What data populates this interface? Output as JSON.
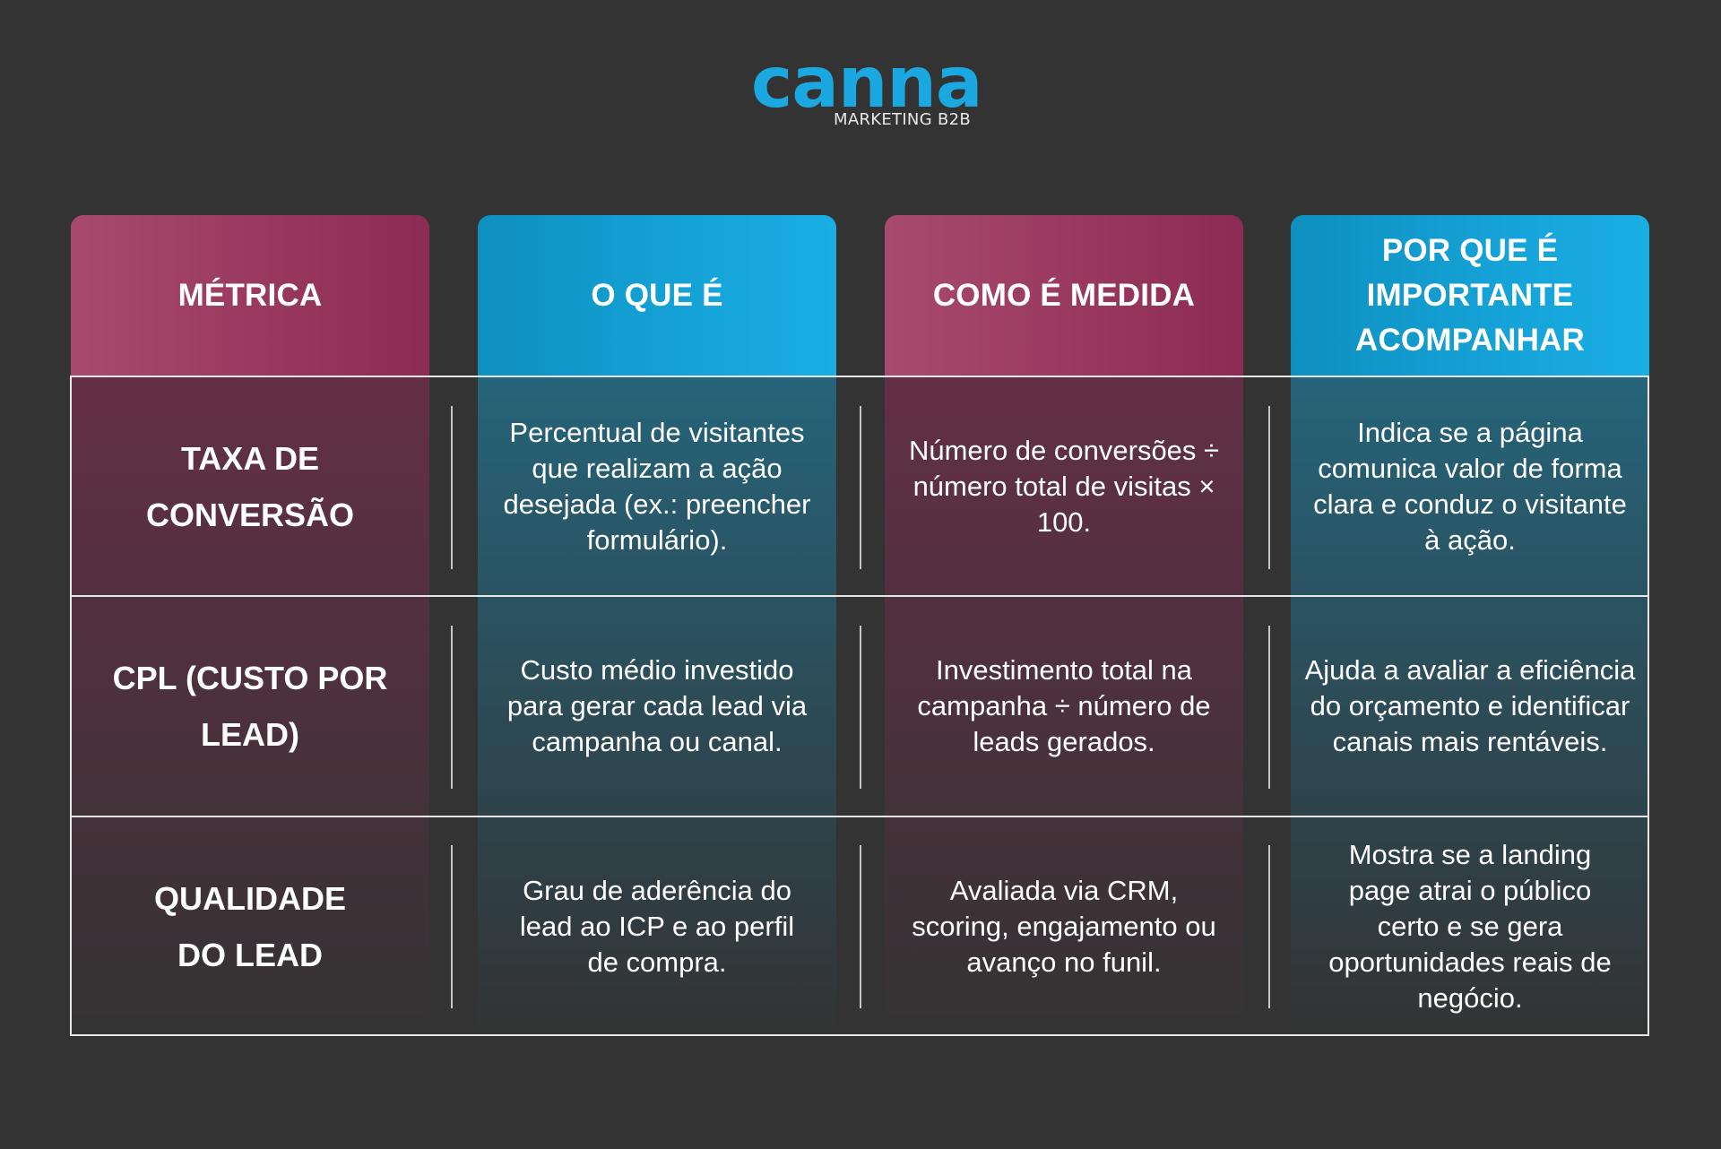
{
  "logo": {
    "word": "canna",
    "tagline": "MARKETING B2B",
    "color": "#1ba8e0"
  },
  "colors": {
    "background": "#333333",
    "pink": "#9a3a60",
    "blue": "#15a3d8",
    "border": "#e6e6e6"
  },
  "table": {
    "headers": [
      "MÉTRICA",
      "O QUE É",
      "COMO É MEDIDA",
      "POR QUE É IMPORTANTE ACOMPANHAR"
    ],
    "rows": [
      {
        "metric": "TAXA DE CONVERSÃO",
        "what": "Percentual de visitantes que realizam a ação desejada (ex.: preencher formulário).",
        "how": "Número de conversões ÷ número total de visitas × 100.",
        "why": "Indica se a página comunica valor de forma clara e conduz o visitante à ação."
      },
      {
        "metric": "CPL (CUSTO POR LEAD)",
        "what": "Custo médio investido para gerar cada lead via campanha ou canal.",
        "how": "Investimento total na campanha ÷ número de leads gerados.",
        "why": "Ajuda a avaliar a eficiência do orçamento e identificar canais mais rentáveis."
      },
      {
        "metric": "QUALIDADE DO LEAD",
        "what": "Grau de aderência do lead ao ICP e ao perfil de compra.",
        "how": "Avaliada via CRM, scoring, engajamento ou avanço no funil.",
        "why": "Mostra se a landing page atrai o público certo e se gera oportunidades reais de negócio."
      }
    ]
  }
}
